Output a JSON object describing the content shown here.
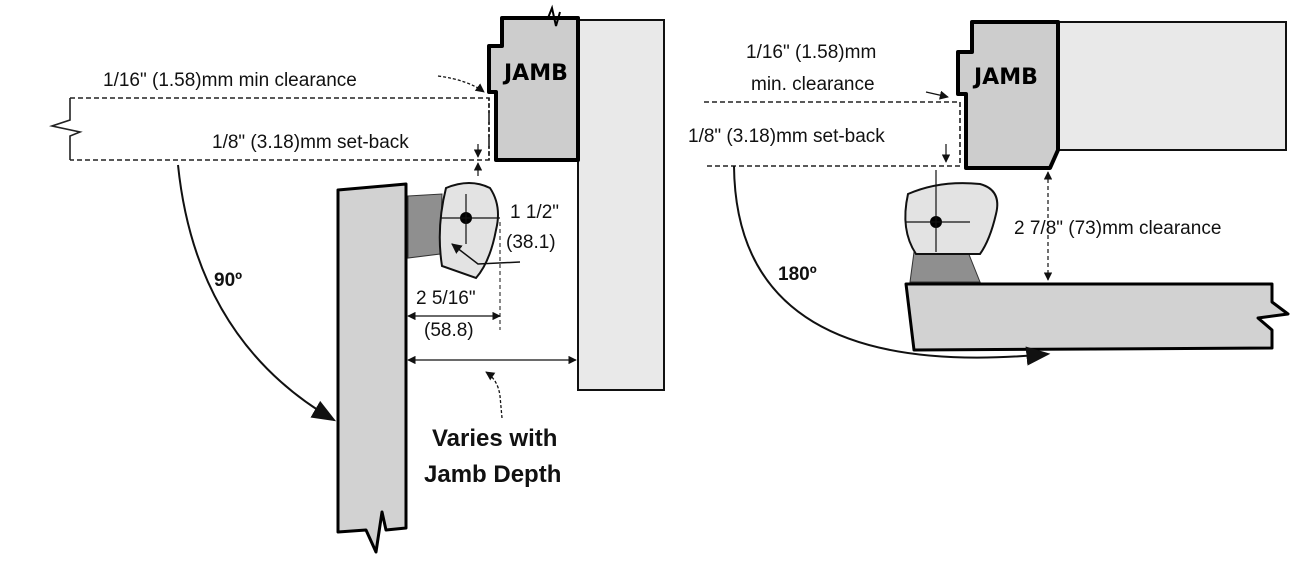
{
  "left_figure": {
    "jamb_label": "JAMB",
    "min_clearance": "1/16\" (1.58)mm min clearance",
    "set_back": "1/8\" (3.18)mm set-back",
    "angle": "90º",
    "pivot_dim_1": "1 1/2\"",
    "pivot_dim_2": "(38.1)",
    "offset_dim_1": "2 5/16\"",
    "offset_dim_2": "(58.8)",
    "varies_1": "Varies with",
    "varies_2": "Jamb Depth"
  },
  "right_figure": {
    "jamb_label": "JAMB",
    "min_clearance_1": "1/16\" (1.58)mm",
    "min_clearance_2": "min. clearance",
    "set_back": "1/8\" (3.18)mm set-back",
    "angle": "180º",
    "clearance": "2 7/8\" (73)mm clearance"
  },
  "colors": {
    "jamb_fill": "#cdcdcd",
    "wall_fill": "#e9e9e9",
    "door_fill": "#d2d2d2",
    "hinge_body": "#e3e3e3",
    "hinge_arm": "#8f8f8f"
  }
}
